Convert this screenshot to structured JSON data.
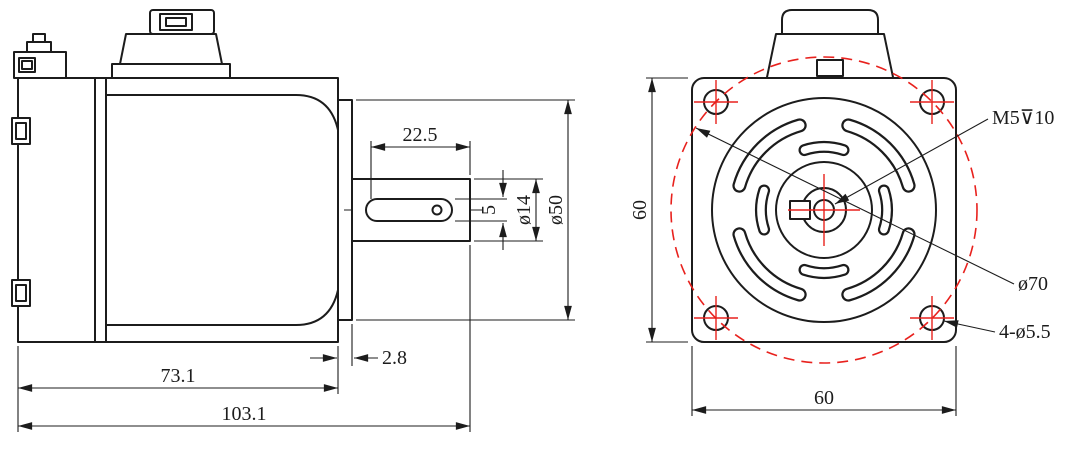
{
  "colors": {
    "line": "#1c1c1c",
    "accent": "#e8211d",
    "bg": "#ffffff"
  },
  "side_view": {
    "dims": {
      "shaft_length": "22.5",
      "keyway_width": "5",
      "shaft_diameter": "ø14",
      "pilot_diameter": "ø50",
      "flange_offset": "2.8",
      "body_length": "73.1",
      "overall_length": "103.1"
    }
  },
  "front_view": {
    "dims": {
      "flange_height": "60",
      "flange_width": "60"
    },
    "callouts": {
      "tapped_hole": "M5⊽10",
      "bolt_circle_diameter": "ø70",
      "mounting_holes": "4-ø5.5"
    }
  }
}
